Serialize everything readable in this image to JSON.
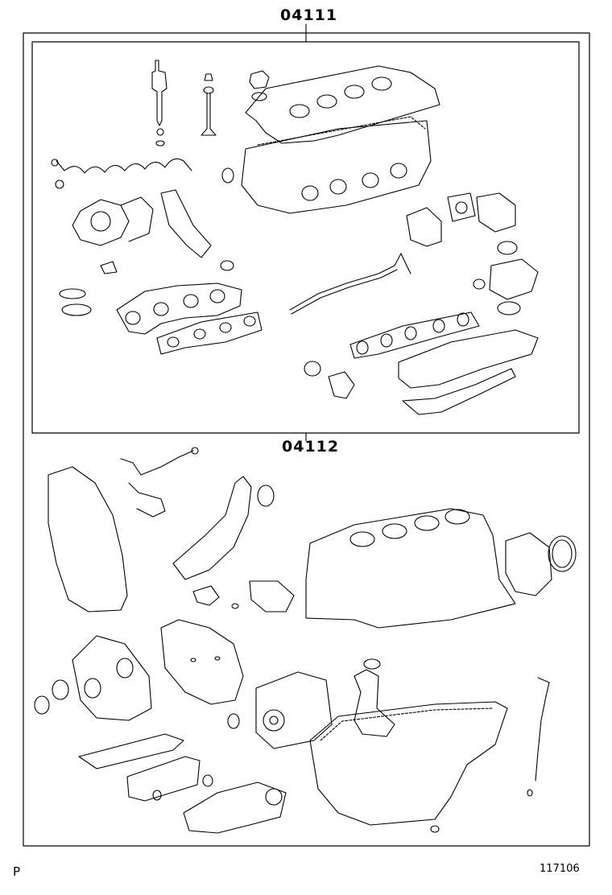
{
  "groups": [
    {
      "part_number": "04111"
    },
    {
      "part_number": "04112"
    }
  ],
  "footer": {
    "page_mark": "P",
    "illustration_number": "117106"
  }
}
